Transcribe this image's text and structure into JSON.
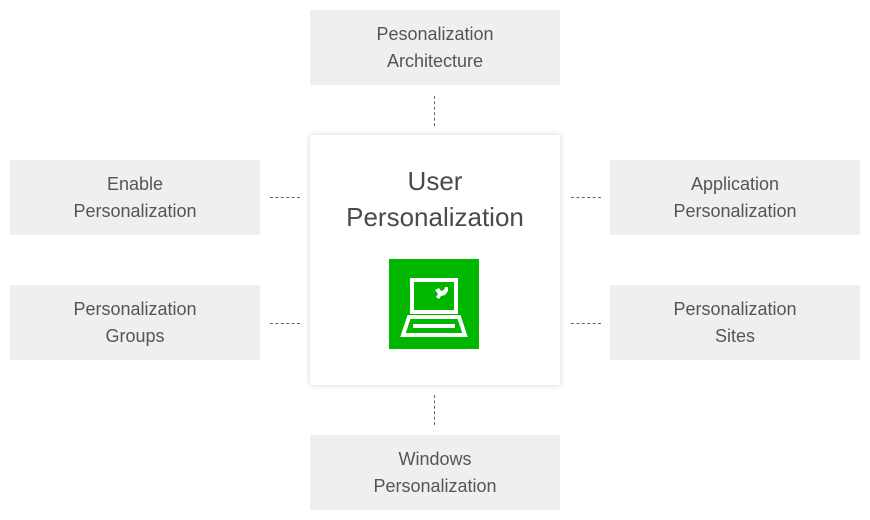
{
  "diagram": {
    "center": {
      "title_line1": "User",
      "title_line2": "Personalization",
      "icon": "laptop-wrench-icon",
      "icon_bg_color": "#00b700"
    },
    "nodes": {
      "top": {
        "line1": "Pesonalization",
        "line2": "Architecture"
      },
      "left_top": {
        "line1": "Enable",
        "line2": "Personalization"
      },
      "left_bottom": {
        "line1": "Personalization",
        "line2": "Groups"
      },
      "right_top": {
        "line1": "Application",
        "line2": "Personalization"
      },
      "right_bottom": {
        "line1": "Personalization",
        "line2": "Sites"
      },
      "bottom": {
        "line1": "Windows",
        "line2": "Personalization"
      }
    },
    "colors": {
      "node_bg": "#efefef",
      "text": "#555555",
      "connector": "#666666"
    }
  }
}
